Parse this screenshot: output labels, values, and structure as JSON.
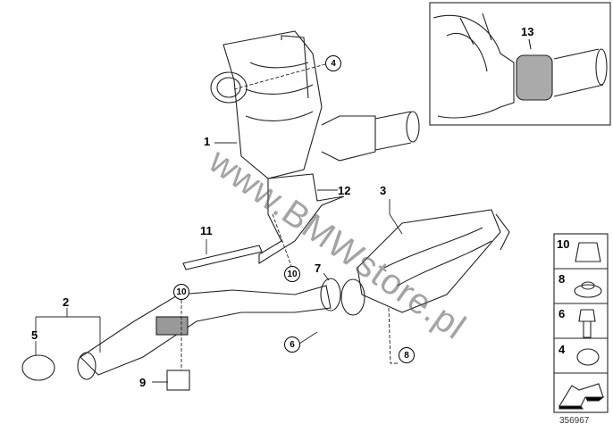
{
  "diagram": {
    "callouts": {
      "c1": "1",
      "c2": "2",
      "c3": "3",
      "c4": "4",
      "c5": "5",
      "c6": "6",
      "c7": "7",
      "c8": "8",
      "c9": "9",
      "c10a": "10",
      "c10b": "10",
      "c11": "11",
      "c12": "12",
      "c13": "13"
    },
    "legend": [
      {
        "number": "10",
        "part": "flange-nut"
      },
      {
        "number": "8",
        "part": "collar-nut"
      },
      {
        "number": "6",
        "part": "hex-bolt"
      },
      {
        "number": "4",
        "part": "hex-nut"
      }
    ],
    "watermark": "www.BMWstore.pl",
    "reference_number": "356967"
  }
}
